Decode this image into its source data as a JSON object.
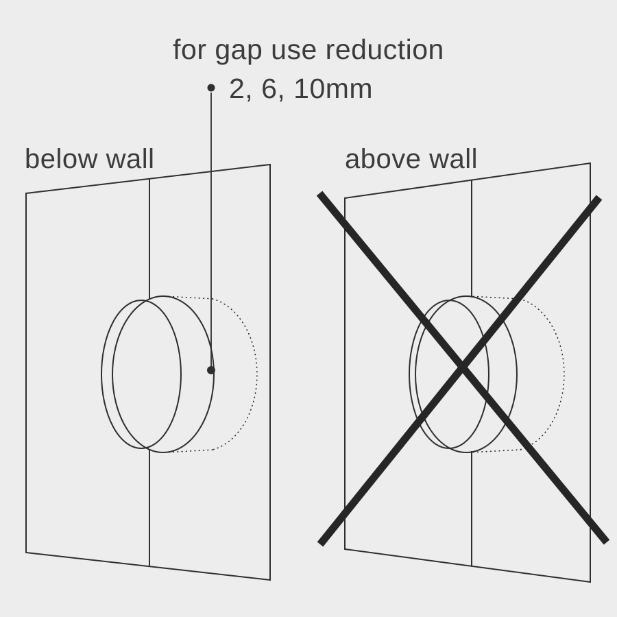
{
  "callout": {
    "title": "for gap use reduction",
    "values": "2, 6, 10mm"
  },
  "panels": {
    "below": {
      "label": "below wall",
      "crossed_out": false
    },
    "above": {
      "label": "above wall",
      "crossed_out": true
    }
  },
  "style": {
    "background_color": "#ecedec",
    "line_color": "#2f2f2f",
    "cross_color": "#262626",
    "text_color": "#3c3c3c"
  }
}
